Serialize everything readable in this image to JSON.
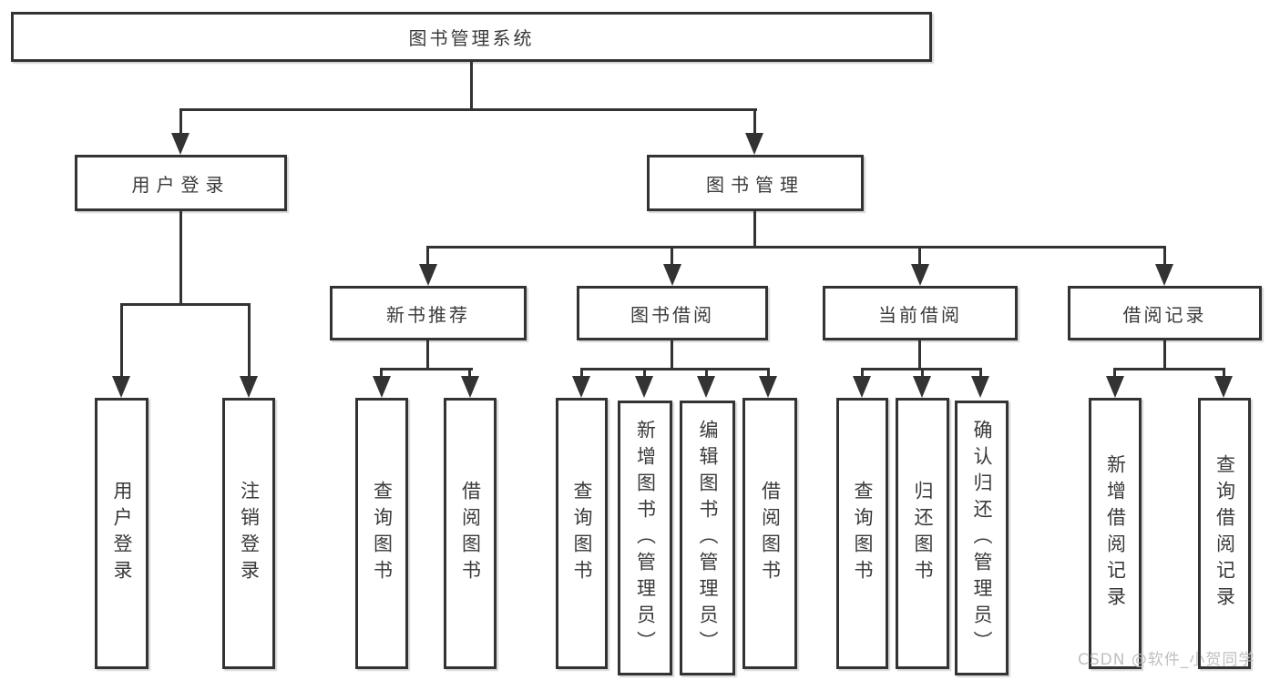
{
  "diagram": {
    "root": "图书管理系统",
    "level2": [
      "用户登录",
      "图书管理"
    ],
    "level3": [
      "新书推荐",
      "图书借阅",
      "当前借阅",
      "借阅记录"
    ],
    "leaves": {
      "user_login": [
        "用户登录",
        "注销登录"
      ],
      "new_book_recommend": [
        "查询图书",
        "借阅图书"
      ],
      "book_borrow": [
        "查询图书",
        "新增图书（管理员）",
        "编辑图书（管理员）",
        "借阅图书"
      ],
      "current_borrow": [
        "查询图书",
        "归还图书",
        "确认归还（管理员）"
      ],
      "borrow_records": [
        "新增借阅记录",
        "查询借阅记录"
      ]
    }
  },
  "watermark": "CSDN @软件_小贺同学",
  "colors": {
    "line": "#333333",
    "text": "#3a3a3a",
    "watermark": "#b9b9b9",
    "background": "#ffffff"
  }
}
